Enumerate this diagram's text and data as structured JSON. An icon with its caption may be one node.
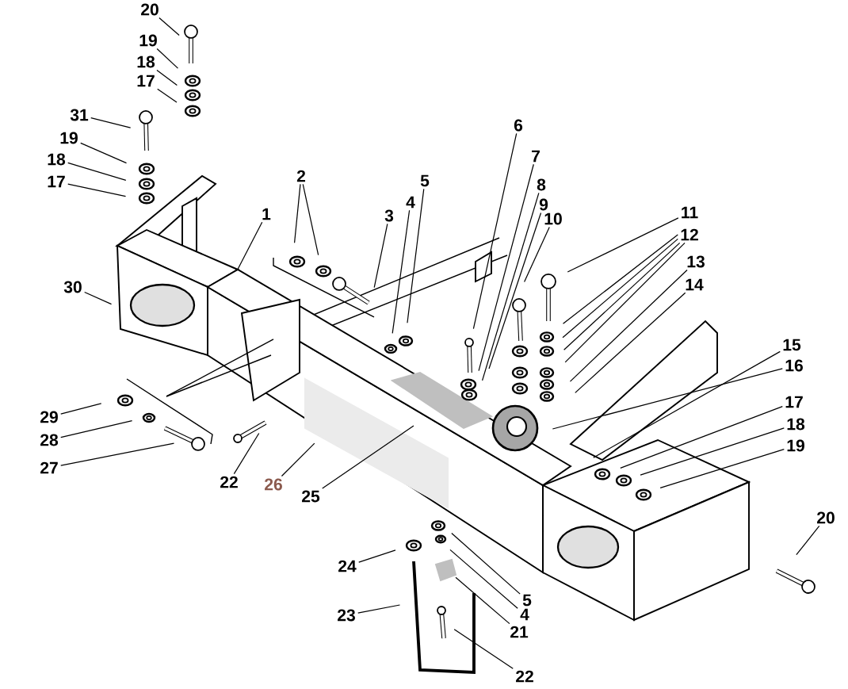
{
  "diagram": {
    "nodes": [
      {
        "text": [
          "20"
        ]
      },
      {
        "text": [
          "19"
        ]
      },
      {
        "text": [
          "18"
        ]
      },
      {
        "text": [
          "17"
        ]
      },
      {
        "text": [
          "31"
        ]
      },
      {
        "text": [
          "19"
        ]
      },
      {
        "text": [
          "18"
        ]
      },
      {
        "text": [
          "17"
        ]
      },
      {
        "text": [
          "2"
        ]
      },
      {
        "text": [
          "1"
        ]
      },
      {
        "text": [
          "3"
        ]
      },
      {
        "text": [
          "4"
        ]
      },
      {
        "text": [
          "5"
        ]
      },
      {
        "text": [
          "6"
        ]
      },
      {
        "text": [
          "7"
        ]
      },
      {
        "text": [
          "8"
        ]
      },
      {
        "text": [
          "9"
        ]
      },
      {
        "text": [
          "10"
        ]
      },
      {
        "text": [
          "11"
        ]
      },
      {
        "text": [
          "12"
        ]
      },
      {
        "text": [
          "13"
        ]
      },
      {
        "text": [
          "14"
        ]
      },
      {
        "text": [
          "30"
        ]
      },
      {
        "text": [
          "15"
        ]
      },
      {
        "text": [
          "16"
        ]
      },
      {
        "text": [
          "17"
        ]
      },
      {
        "text": [
          "18"
        ]
      },
      {
        "text": [
          "19"
        ]
      },
      {
        "text": [
          "29"
        ]
      },
      {
        "text": [
          "28"
        ]
      },
      {
        "text": [
          "27"
        ]
      },
      {
        "text": [
          "22"
        ]
      },
      {
        "text": [
          "26"
        ]
      },
      {
        "text": [
          "25"
        ]
      },
      {
        "text": [
          "20"
        ]
      },
      {
        "text": [
          "24"
        ]
      },
      {
        "text": [
          "5"
        ]
      },
      {
        "text": [
          "4"
        ]
      },
      {
        "text": [
          "23"
        ]
      },
      {
        "text": [
          "21"
        ]
      },
      {
        "text": [
          "22"
        ]
      }
    ],
    "edges": [
      {
        "from": 0,
        "to": null,
        "arrow": "none"
      },
      {
        "from": 1,
        "to": null,
        "arrow": "none"
      },
      {
        "from": 2,
        "to": null,
        "arrow": "none"
      },
      {
        "from": 3,
        "to": null,
        "arrow": "none"
      },
      {
        "from": 4,
        "to": null,
        "arrow": "none"
      },
      {
        "from": 5,
        "to": null,
        "arrow": "none"
      },
      {
        "from": 6,
        "to": null,
        "arrow": "none"
      },
      {
        "from": 7,
        "to": null,
        "arrow": "none"
      },
      {
        "from": 8,
        "to": null,
        "arrow": "none"
      },
      {
        "from": 8,
        "to": null,
        "arrow": "none"
      },
      {
        "from": 9,
        "to": null,
        "arrow": "none"
      },
      {
        "from": 10,
        "to": null,
        "arrow": "none"
      },
      {
        "from": 11,
        "to": null,
        "arrow": "none"
      },
      {
        "from": 12,
        "to": null,
        "arrow": "none"
      },
      {
        "from": 13,
        "to": null,
        "arrow": "none"
      },
      {
        "from": 14,
        "to": null,
        "arrow": "none"
      },
      {
        "from": 15,
        "to": null,
        "arrow": "none"
      },
      {
        "from": 16,
        "to": null,
        "arrow": "none"
      },
      {
        "from": 17,
        "to": null,
        "arrow": "none"
      },
      {
        "from": 18,
        "to": null,
        "arrow": "none"
      },
      {
        "from": 19,
        "to": null,
        "arrow": "none"
      },
      {
        "from": 19,
        "to": null,
        "arrow": "none"
      },
      {
        "from": 19,
        "to": null,
        "arrow": "none"
      },
      {
        "from": 19,
        "to": null,
        "arrow": "none"
      },
      {
        "from": 20,
        "to": null,
        "arrow": "none"
      },
      {
        "from": 21,
        "to": null,
        "arrow": "none"
      },
      {
        "from": 22,
        "to": null,
        "arrow": "none"
      },
      {
        "from": 23,
        "to": null,
        "arrow": "none"
      },
      {
        "from": 24,
        "to": null,
        "arrow": "none"
      },
      {
        "from": 25,
        "to": null,
        "arrow": "none"
      },
      {
        "from": 26,
        "to": null,
        "arrow": "none"
      },
      {
        "from": 27,
        "to": null,
        "arrow": "none"
      },
      {
        "from": 28,
        "to": null,
        "arrow": "none"
      },
      {
        "from": 29,
        "to": null,
        "arrow": "none"
      },
      {
        "from": 30,
        "to": null,
        "arrow": "none"
      },
      {
        "from": 31,
        "to": null,
        "arrow": "none"
      },
      {
        "from": 32,
        "to": null,
        "arrow": "none"
      },
      {
        "from": 33,
        "to": null,
        "arrow": "none"
      },
      {
        "from": 34,
        "to": null,
        "arrow": "none"
      },
      {
        "from": 35,
        "to": null,
        "arrow": "none"
      },
      {
        "from": 36,
        "to": null,
        "arrow": "none"
      },
      {
        "from": 37,
        "to": null,
        "arrow": "none"
      },
      {
        "from": 38,
        "to": null,
        "arrow": "none"
      },
      {
        "from": 39,
        "to": null,
        "arrow": "none"
      },
      {
        "from": 40,
        "to": null,
        "arrow": "none"
      }
    ]
  }
}
